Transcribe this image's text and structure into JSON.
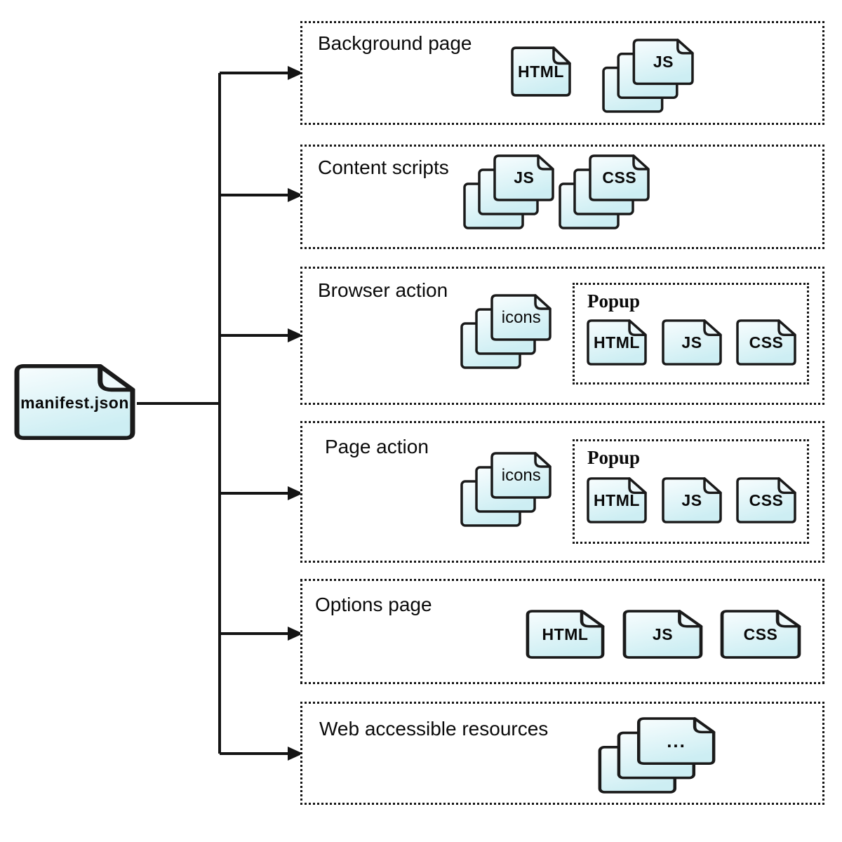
{
  "diagram": {
    "root": {
      "label": "manifest.json"
    },
    "sections": [
      {
        "label": "Background page",
        "files": [
          {
            "kind": "single-file",
            "label": "HTML"
          },
          {
            "kind": "file-stack",
            "label": "JS"
          }
        ]
      },
      {
        "label": "Content scripts",
        "files": [
          {
            "kind": "file-stack",
            "label": "JS"
          },
          {
            "kind": "file-stack",
            "label": "CSS"
          }
        ]
      },
      {
        "label": "Browser action",
        "files": [
          {
            "kind": "file-stack",
            "label": "icons"
          }
        ],
        "popup": {
          "label": "Popup",
          "files": [
            {
              "kind": "single-file",
              "label": "HTML"
            },
            {
              "kind": "single-file",
              "label": "JS"
            },
            {
              "kind": "single-file",
              "label": "CSS"
            }
          ]
        }
      },
      {
        "label": "Page action",
        "files": [
          {
            "kind": "file-stack",
            "label": "icons"
          }
        ],
        "popup": {
          "label": "Popup",
          "files": [
            {
              "kind": "single-file",
              "label": "HTML"
            },
            {
              "kind": "single-file",
              "label": "JS"
            },
            {
              "kind": "single-file",
              "label": "CSS"
            }
          ]
        }
      },
      {
        "label": "Options page",
        "files": [
          {
            "kind": "single-file",
            "label": "HTML"
          },
          {
            "kind": "single-file",
            "label": "JS"
          },
          {
            "kind": "single-file",
            "label": "CSS"
          }
        ]
      },
      {
        "label": "Web accessible resources",
        "files": [
          {
            "kind": "file-stack",
            "label": "..."
          }
        ]
      }
    ],
    "colors": {
      "file_fill_top": "#f8fdfe",
      "file_fill_bottom": "#cdeef3",
      "fold_fill": "#eef9fb",
      "outline": "#1a1a1a",
      "connector": "#141414"
    }
  }
}
